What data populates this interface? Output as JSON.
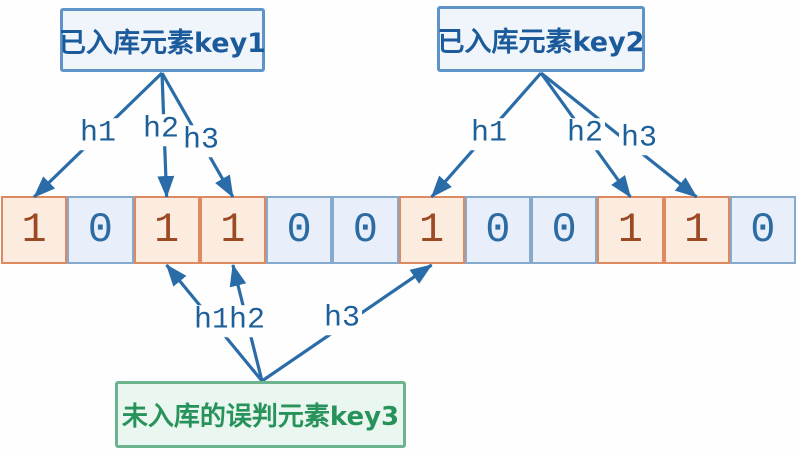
{
  "boxes": {
    "key1": {
      "label": "已入库元素key1"
    },
    "key2": {
      "label": "已入库元素key2"
    },
    "key3": {
      "label": "未入库的误判元素key3"
    }
  },
  "bit_array": {
    "bits": [
      1,
      0,
      1,
      1,
      0,
      0,
      1,
      0,
      0,
      1,
      1,
      0
    ]
  },
  "hash_arrows": {
    "key1": [
      {
        "label": "h1",
        "target_index": 0
      },
      {
        "label": "h2",
        "target_index": 2
      },
      {
        "label": "h3",
        "target_index": 3
      }
    ],
    "key2": [
      {
        "label": "h1",
        "target_index": 6
      },
      {
        "label": "h2",
        "target_index": 9
      },
      {
        "label": "h3",
        "target_index": 10
      }
    ],
    "key3": [
      {
        "label": "h1",
        "target_index": 2
      },
      {
        "label": "h2",
        "target_index": 3
      },
      {
        "label": "h3",
        "target_index": 6
      }
    ]
  },
  "colors": {
    "arrow": "#2a6ca8",
    "hash_label_text": "#1d5f99",
    "bit_on_bg": "#fcebdf",
    "bit_on_border": "#dd8a60",
    "bit_on_text": "#9c4a26",
    "bit_off_bg": "#e8effa",
    "bit_off_border": "#85aacd",
    "bit_off_text": "#2d6ba3",
    "stored_box_bg": "#eff5fb",
    "stored_box_border": "#5e94c8",
    "stored_box_text": "#1b5a9b",
    "unstored_box_bg": "#eaf6f0",
    "unstored_box_border": "#6cb48e",
    "unstored_box_text": "#27935a"
  }
}
